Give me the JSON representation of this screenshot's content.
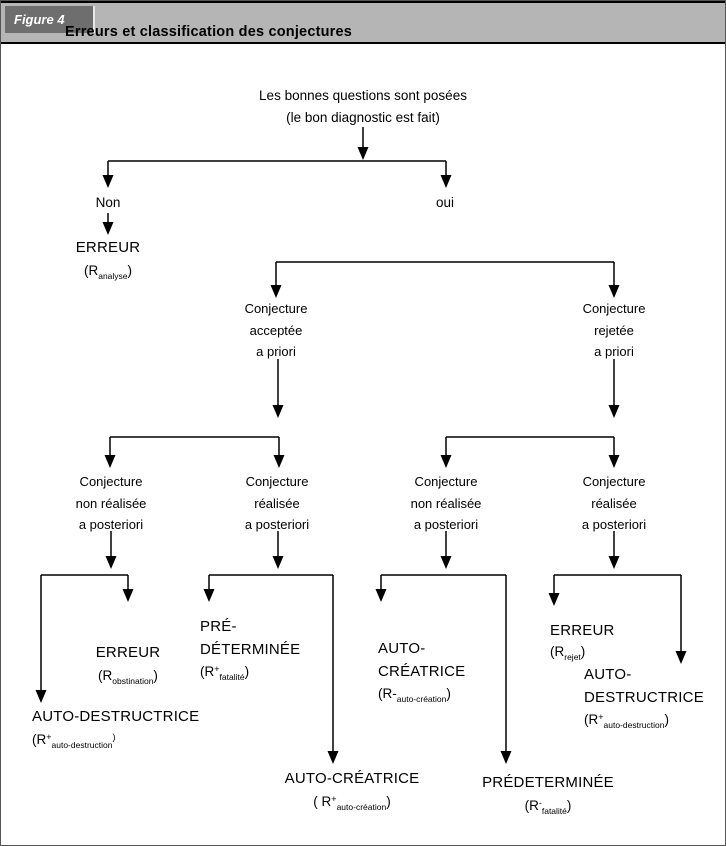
{
  "header": {
    "figure_label": "Figure 4",
    "title": "Erreurs et classification des conjectures"
  },
  "root": {
    "lines": [
      "Les bonnes questions sont posées",
      "(le bon diagnostic est fait)"
    ]
  },
  "branches": {
    "no_label": "Non",
    "yes_label": "oui"
  },
  "nodes": {
    "erreur_analyse": {
      "title": "ERREUR",
      "formula": {
        "open": "(",
        "base": "R",
        "sub": "analyse",
        "close": ")"
      }
    },
    "conjecture_acceptee": {
      "lines": [
        "Conjecture",
        "acceptée",
        "a priori"
      ]
    },
    "conjecture_rejetee": {
      "lines": [
        "Conjecture",
        "rejetée",
        "a priori"
      ]
    },
    "conj_non_realisee_gauche": {
      "lines": [
        "Conjecture",
        "non réalisée",
        "a posteriori"
      ]
    },
    "conj_realisee_gauche": {
      "lines": [
        "Conjecture",
        "réalisée",
        "a posteriori"
      ]
    },
    "conj_non_realisee_droite": {
      "lines": [
        "Conjecture",
        "non réalisée",
        "a posteriori"
      ]
    },
    "conj_realisee_droite": {
      "lines": [
        "Conjecture",
        "réalisée",
        "a posteriori"
      ]
    },
    "erreur_obstination": {
      "title": "ERREUR",
      "formula": {
        "open": "(",
        "base": "R",
        "sub": "obstination",
        "close": ")"
      }
    },
    "auto_destructrice_gauche": {
      "title": "AUTO-DESTRUCTRICE",
      "formula": {
        "open": "(",
        "base": "R",
        "sup": "+",
        "sub": "auto-destruction",
        "close_sup": ")"
      }
    },
    "predeterminee_gauche": {
      "lines": [
        "PRÉ-",
        "DÉTERMINÉE"
      ],
      "formula": {
        "open": "(",
        "base": "R",
        "sup": "+",
        "sub": "fatalité",
        "close": ")"
      }
    },
    "auto_creatrice_bas": {
      "title": "AUTO-CRÉATRICE",
      "formula": {
        "open": "( ",
        "base": "R",
        "sup": "+",
        "sub": "auto-création",
        "close": ")"
      }
    },
    "auto_creatrice_droite": {
      "lines": [
        "AUTO-",
        "CRÉATRICE"
      ],
      "formula": {
        "open": "(",
        "base": "R-",
        "sub": "auto-création",
        "close": ")"
      }
    },
    "predeterminee_bas": {
      "title": "PRÉDETERMINÉE",
      "formula": {
        "open": "(",
        "base": "R",
        "sup": "-",
        "sub": "fatalité",
        "close": ")"
      }
    },
    "erreur_rejet": {
      "title": "ERREUR",
      "formula": {
        "open": "(",
        "base": "R",
        "sub": "rejet",
        "close": ")"
      }
    },
    "auto_destructrice_droite": {
      "lines": [
        "AUTO-",
        "DESTRUCTRICE"
      ],
      "formula": {
        "open": "(",
        "base": "R",
        "sup": "+",
        "sub": "auto-destruction",
        "close": ")"
      }
    }
  },
  "colors": {
    "header_bar": "#b5b5b5",
    "figure_badge": "#6e6e6e",
    "line": "#000000"
  }
}
